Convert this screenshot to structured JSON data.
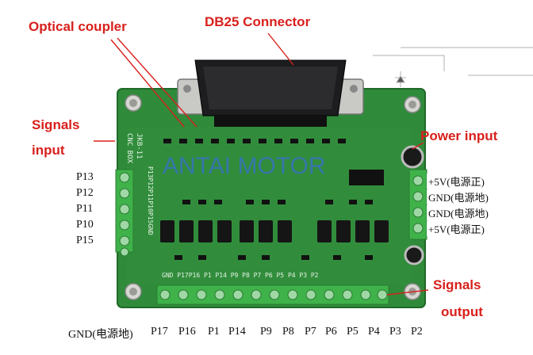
{
  "callouts": {
    "optical_coupler": "Optical coupler",
    "db25_connector": "DB25 Connector",
    "signals": "Signals",
    "input": "input",
    "power_input": "Power input",
    "signals_out": "Signals",
    "output": "output"
  },
  "left_pins": [
    "P13",
    "P12",
    "P11",
    "P10",
    "P15"
  ],
  "power_pins": [
    "+5V(电源正)",
    "GND(电源地)",
    "GND(电源地)",
    "+5V(电源正)"
  ],
  "bottom_pins": [
    "GND(电源地)",
    "P17",
    "P16",
    "P1",
    "P14",
    "P9",
    "P8",
    "P7",
    "P6",
    "P5",
    "P4",
    "P3",
    "P2"
  ],
  "watermark": "ANTAI MOTOR",
  "board_silk": {
    "cnc_box": "CNC BOX",
    "model": "JKB-11",
    "left_header": "P13P12P11P10P15GND",
    "bottom_header": "GND P17P16 P1 P14 P9 P8 P7 P6 P5 P4 P3 P2"
  },
  "colors": {
    "pcb": "#2f8a3a",
    "terminal": "#3fb24a",
    "annotation": "#d8201c",
    "watermark": "#3a6fd0"
  }
}
